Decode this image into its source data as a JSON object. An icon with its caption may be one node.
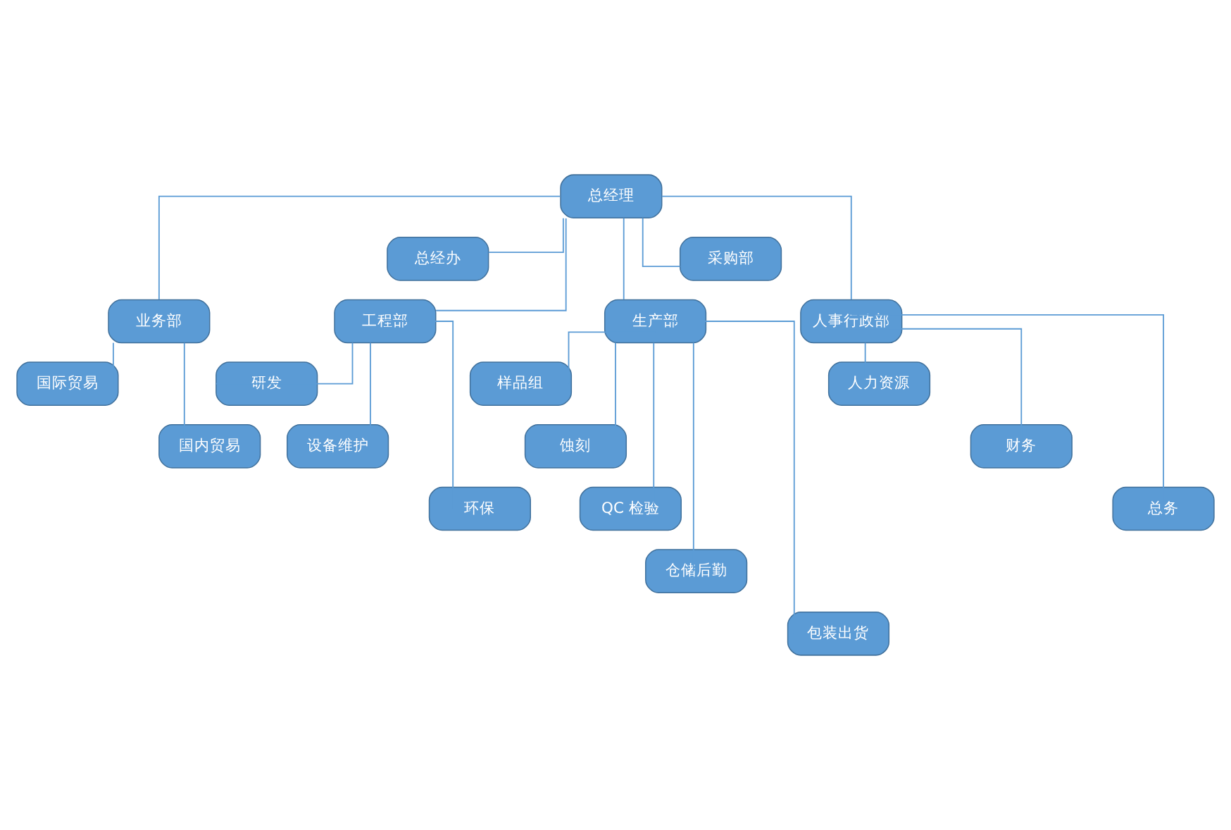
{
  "diagram": {
    "nodes": [
      {
        "text": [
          "总经理"
        ]
      },
      {
        "text": [
          "总经办"
        ]
      },
      {
        "text": [
          "业务部"
        ]
      },
      {
        "text": [
          "工程部"
        ]
      },
      {
        "text": [
          "生产部"
        ]
      },
      {
        "text": [
          "采购部"
        ]
      },
      {
        "text": [
          "人事行政部"
        ]
      },
      {
        "text": [
          "国际贸易"
        ]
      },
      {
        "text": [
          "国内贸易"
        ]
      },
      {
        "text": [
          "研发"
        ]
      },
      {
        "text": [
          "设备维护"
        ]
      },
      {
        "text": [
          "环保"
        ]
      },
      {
        "text": [
          "样品组"
        ]
      },
      {
        "text": [
          "蚀刻"
        ]
      },
      {
        "text": [
          "QC 检验"
        ]
      },
      {
        "text": [
          "仓储后勤"
        ]
      },
      {
        "text": [
          "包装出货"
        ]
      },
      {
        "text": [
          "人力资源"
        ]
      },
      {
        "text": [
          "财务"
        ]
      },
      {
        "text": [
          "总务"
        ]
      }
    ],
    "edges": [
      {
        "from": 0,
        "to": 1,
        "arrow": "none"
      },
      {
        "from": 0,
        "to": 2,
        "arrow": "none"
      },
      {
        "from": 0,
        "to": 3,
        "arrow": "none"
      },
      {
        "from": 0,
        "to": 4,
        "arrow": "none"
      },
      {
        "from": 0,
        "to": 5,
        "arrow": "none"
      },
      {
        "from": 0,
        "to": 6,
        "arrow": "none"
      },
      {
        "from": 2,
        "to": 7,
        "arrow": "none"
      },
      {
        "from": 2,
        "to": 8,
        "arrow": "none"
      },
      {
        "from": 3,
        "to": 9,
        "arrow": "none"
      },
      {
        "from": 3,
        "to": 10,
        "arrow": "none"
      },
      {
        "from": 3,
        "to": 11,
        "arrow": "none"
      },
      {
        "from": 4,
        "to": 12,
        "arrow": "none"
      },
      {
        "from": 4,
        "to": 13,
        "arrow": "none"
      },
      {
        "from": 4,
        "to": 14,
        "arrow": "none"
      },
      {
        "from": 4,
        "to": 15,
        "arrow": "none"
      },
      {
        "from": 4,
        "to": 16,
        "arrow": "none"
      },
      {
        "from": 6,
        "to": 17,
        "arrow": "none"
      },
      {
        "from": 6,
        "to": 18,
        "arrow": "none"
      },
      {
        "from": 6,
        "to": 19,
        "arrow": "none"
      }
    ]
  }
}
